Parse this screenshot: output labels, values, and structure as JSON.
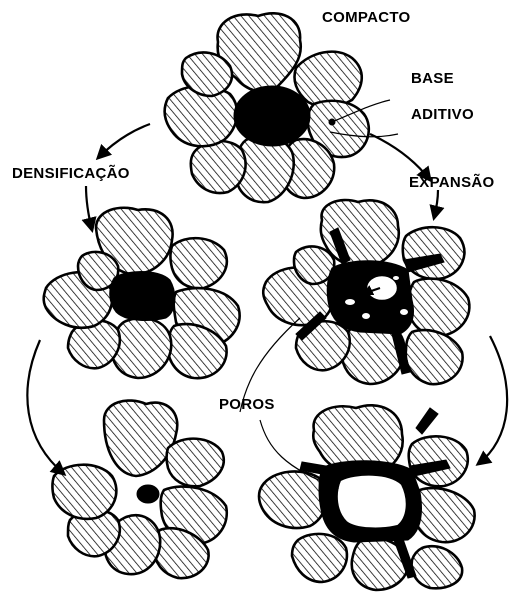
{
  "labels": {
    "compacto": "COMPACTO",
    "base": "BASE",
    "aditivo": "ADITIVO",
    "densificacao": "DENSIFICAÇÃO",
    "expansao": "EXPANSÃO",
    "poros": "POROS"
  },
  "panels": [
    {
      "id": "compacto",
      "additive": "center-blob"
    },
    {
      "id": "densificacao-1",
      "additive": "center-blob-shrunk"
    },
    {
      "id": "densificacao-2",
      "additive": "small-dot"
    },
    {
      "id": "expansao-1",
      "additive": "network-with-small-pore"
    },
    {
      "id": "expansao-2",
      "additive": "network-with-large-pore"
    }
  ]
}
